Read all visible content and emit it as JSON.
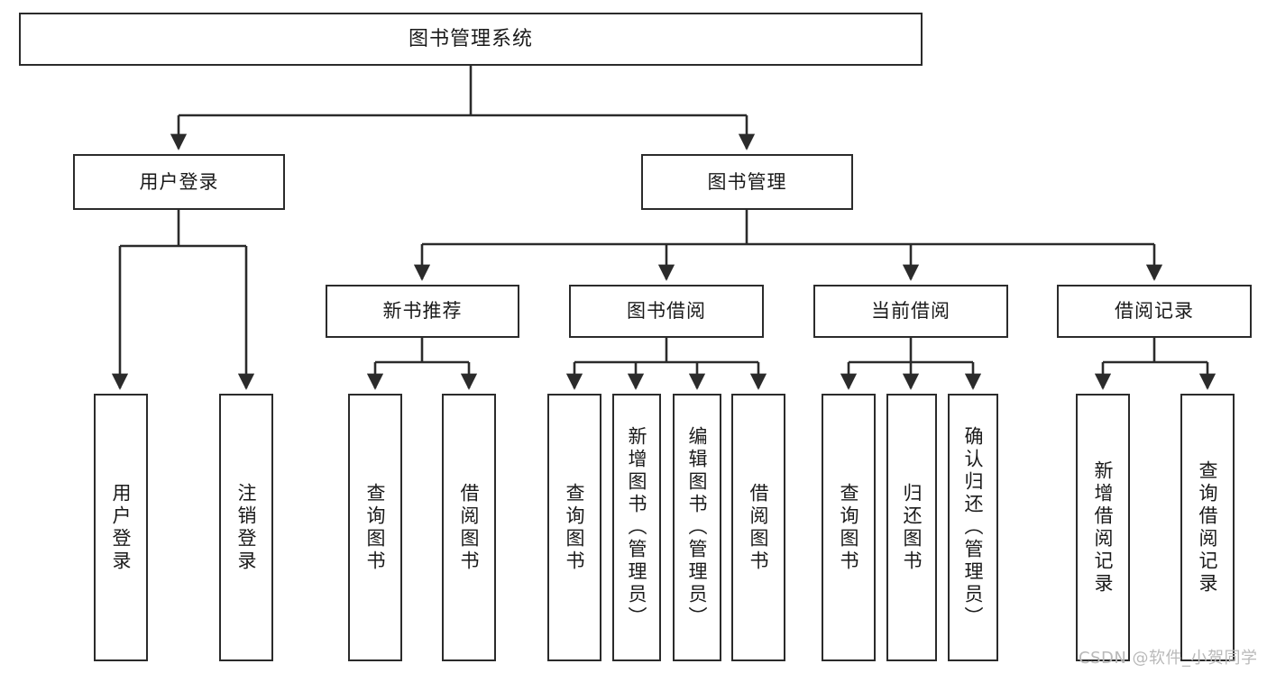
{
  "diagram": {
    "title": "图书管理系统",
    "type": "tree",
    "root": {
      "label": "图书管理系统"
    },
    "level2": [
      {
        "label": "用户登录"
      },
      {
        "label": "图书管理"
      }
    ],
    "level3": [
      {
        "label": "新书推荐"
      },
      {
        "label": "图书借阅"
      },
      {
        "label": "当前借阅"
      },
      {
        "label": "借阅记录"
      }
    ],
    "leaves": {
      "user_login": [
        {
          "label": "用户登录"
        },
        {
          "label": "注销登录"
        }
      ],
      "new_book_recommend": [
        {
          "label": "查询图书"
        },
        {
          "label": "借阅图书"
        }
      ],
      "book_borrow": [
        {
          "label": "查询图书"
        },
        {
          "label": "新增图书（管理员）"
        },
        {
          "label": "编辑图书（管理员）"
        },
        {
          "label": "借阅图书"
        }
      ],
      "current_borrow": [
        {
          "label": "查询图书"
        },
        {
          "label": "归还图书"
        },
        {
          "label": "确认归还（管理员）"
        }
      ],
      "borrow_record": [
        {
          "label": "新增借阅记录"
        },
        {
          "label": "查询借阅记录"
        }
      ]
    }
  },
  "watermark": {
    "text": "CSDN @软件_小贺同学"
  },
  "colors": {
    "box_border": "#2b2b2b",
    "line": "#2b2b2b",
    "background": "#ffffff",
    "text": "#1a1a1a",
    "watermark": "#b9b9b9"
  }
}
